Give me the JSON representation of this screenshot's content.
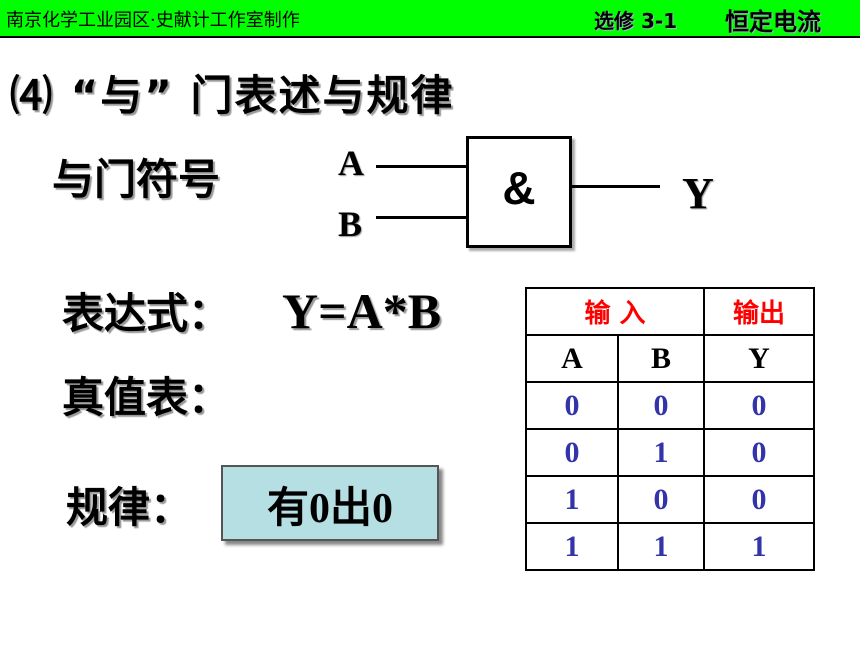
{
  "header": {
    "left_text": "南京化学工业园区·史献计工作室制作",
    "course": "选修  3-1",
    "topic": "恒定电流"
  },
  "title": "⑷ “与” 门表述与规律",
  "symbol_label": "与门符号",
  "gate": {
    "input_a": "A",
    "input_b": "B",
    "symbol": "&",
    "output": "Y"
  },
  "expression_label": "表达式：",
  "expression": "Y=A*B",
  "truth_table_label": "真值表：",
  "rule_label": "规律：",
  "rule_value": "有0出0",
  "truth_table": {
    "input_header": "输  入",
    "output_header": "输出",
    "columns": [
      "A",
      "B",
      "Y"
    ],
    "rows": [
      [
        "0",
        "0",
        "0"
      ],
      [
        "0",
        "1",
        "0"
      ],
      [
        "1",
        "0",
        "0"
      ],
      [
        "1",
        "1",
        "1"
      ]
    ]
  },
  "colors": {
    "header_bg": "#00ff00",
    "table_header_text": "#ff0000",
    "table_value_text": "#3333aa",
    "rule_box_bg": "#b6dfe4"
  }
}
